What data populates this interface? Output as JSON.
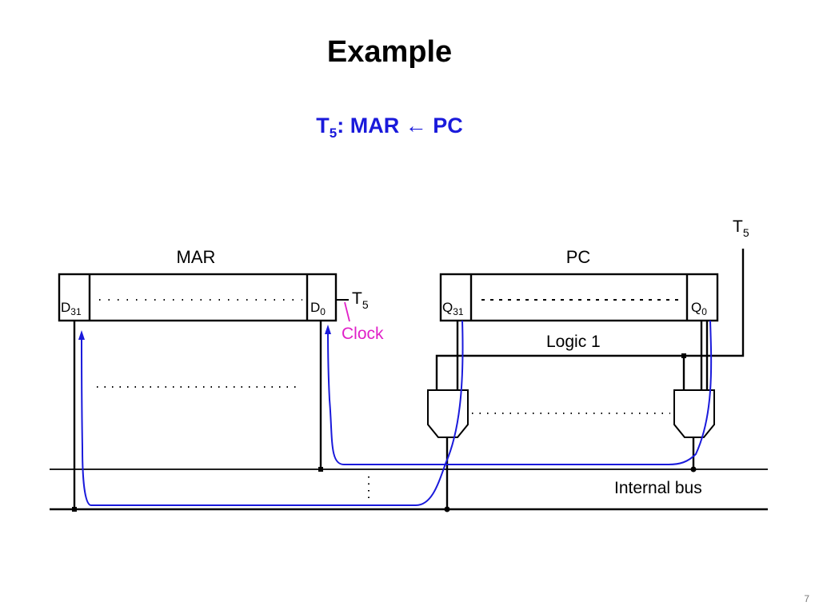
{
  "slide": {
    "title": "Example",
    "subtitle": {
      "t": "T",
      "sub": "5",
      "rest": ": MAR ← PC"
    },
    "page_number": "7"
  },
  "diagram": {
    "mar_label": "MAR",
    "pc_label": "PC",
    "mar_msb": {
      "base": "D",
      "sub": "31"
    },
    "mar_lsb": {
      "base": "D",
      "sub": "0"
    },
    "pc_msb": {
      "base": "Q",
      "sub": "31"
    },
    "pc_lsb": {
      "base": "Q",
      "sub": "0"
    },
    "mar_control": {
      "base": "T",
      "sub": "5"
    },
    "pc_control": {
      "base": "T",
      "sub": "5"
    },
    "clock_label": "Clock",
    "logic_label": "Logic 1",
    "bus_label": "Internal bus",
    "colors": {
      "signal_path": "#1a1adb",
      "clock": "#e020c8",
      "title_accent": "#1a1adb",
      "wire": "#000000"
    }
  }
}
